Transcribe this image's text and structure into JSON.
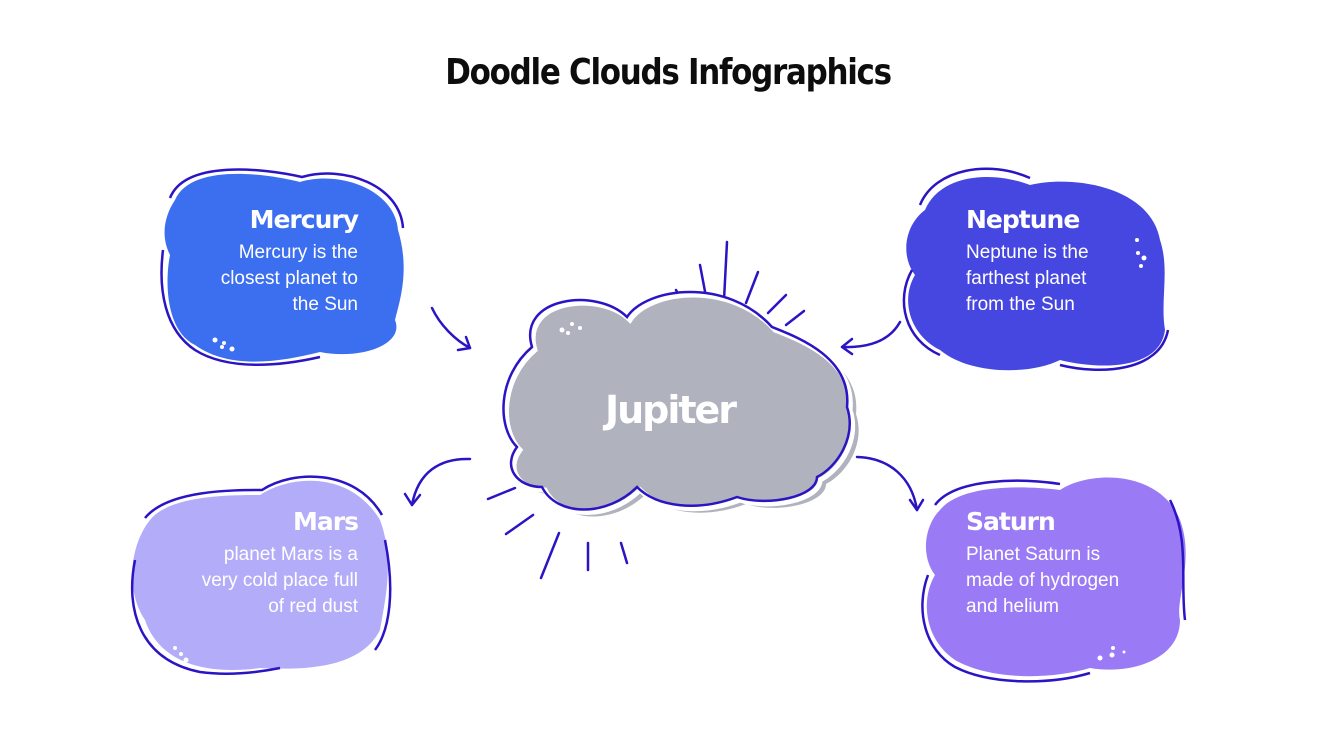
{
  "title": "Doodle Clouds Infographics",
  "center": {
    "label": "Jupiter",
    "color": "#b0b3bd"
  },
  "outline_color": "#2a14c4",
  "clouds": [
    {
      "name": "Mercury",
      "description": [
        "Mercury is the",
        "closest planet to",
        "the Sun"
      ],
      "color": "#3c6ef0",
      "position": "top-left"
    },
    {
      "name": "Neptune",
      "description": [
        "Neptune is the",
        "farthest planet",
        "from the Sun"
      ],
      "color": "#4646e0",
      "position": "top-right"
    },
    {
      "name": "Mars",
      "description": [
        "planet Mars is a",
        "very cold place full",
        "of red dust"
      ],
      "color": "#b3acf8",
      "position": "bottom-left"
    },
    {
      "name": "Saturn",
      "description": [
        "Planet Saturn is",
        "made of hydrogen",
        "and helium"
      ],
      "color": "#9b7bf5",
      "position": "bottom-right"
    }
  ],
  "icons": [
    "arrow-icon",
    "sunburst-rays-icon",
    "dots-icon"
  ]
}
